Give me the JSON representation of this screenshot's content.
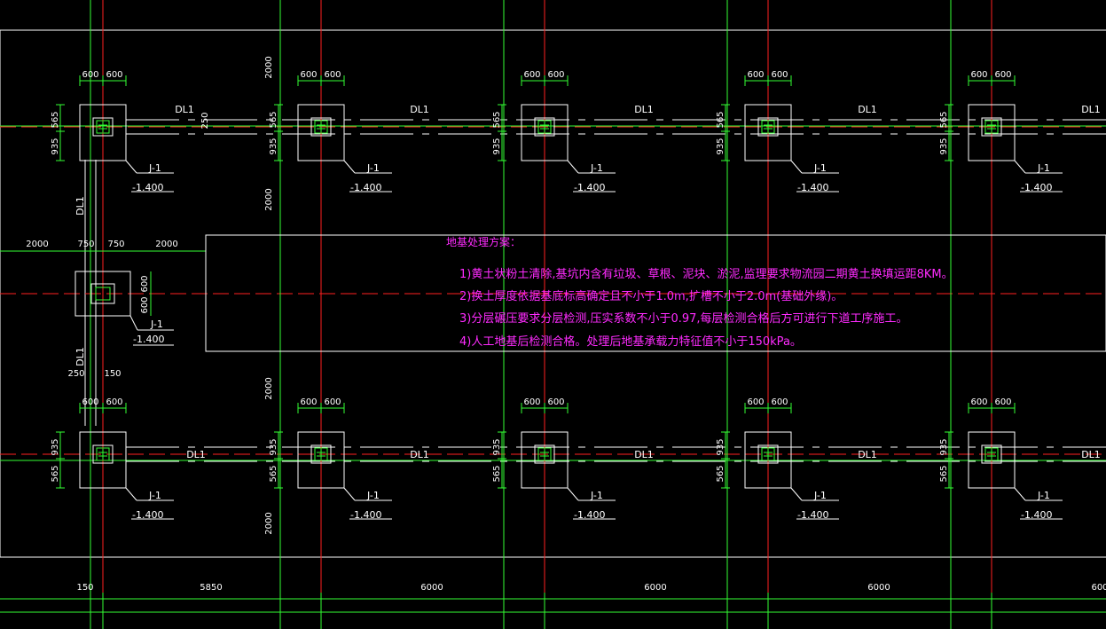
{
  "colors": {
    "background": "#000000",
    "outline": "#ffffff",
    "axis": "#ff2020",
    "dimension": "#33ff33",
    "note": "#ff2bff",
    "column": "#33ff33"
  },
  "labels": {
    "footing": "J-1",
    "elevation": "-1.400",
    "beam": "DL1",
    "dim_600": "600",
    "dim_935": "935",
    "dim_565": "565",
    "dim_2000": "2000",
    "dim_250": "250",
    "dim_750": "750",
    "dim_150": "150"
  },
  "bottom_dims": [
    "150",
    "5850",
    "6000",
    "6000",
    "6000",
    "600"
  ],
  "note": {
    "title": "地基处理方案：",
    "lines": [
      "1)黄土状粉土清除,基坑内含有垃圾、草根、泥块、淤泥,监理要求物流园二期黄土换填运距8KM。",
      "2)换土厚度依据基底标高确定且不小于1.0m,扩槽不小于2.0m(基础外缘)。",
      "3)分层碾压要求分层检测,压实系数不小于0.97,每层检测合格后方可进行下道工序施工。",
      "4)人工地基后检测合格。处理后地基承载力特征值不小于150kPa。"
    ]
  }
}
